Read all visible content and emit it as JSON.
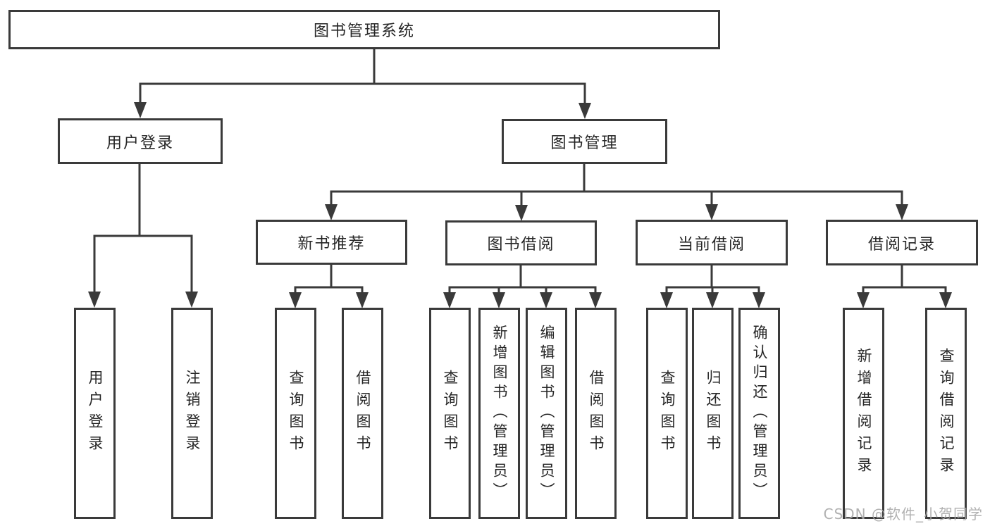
{
  "nodes": {
    "root": "图书管理系统",
    "level2": [
      "用户登录",
      "图书管理"
    ],
    "level3": [
      "新书推荐",
      "图书借阅",
      "当前借阅",
      "借阅记录"
    ],
    "leaves_user": [
      "用户登录",
      "注销登录"
    ],
    "leaves_new": [
      "查询图书",
      "借阅图书"
    ],
    "leaves_borrow": [
      "查询图书",
      "新增图书（管理员）",
      "编辑图书（管理员）",
      "借阅图书"
    ],
    "leaves_current": [
      "查询图书",
      "归还图书",
      "确认归还（管理员）"
    ],
    "leaves_record": [
      "新增借阅记录",
      "查询借阅记录"
    ]
  },
  "watermark": "CSDN @软件_小贺同学",
  "colors": {
    "line": "#3a3a3a",
    "text": "#262626",
    "background": "#ffffff",
    "watermark": "#a9a9a9"
  }
}
